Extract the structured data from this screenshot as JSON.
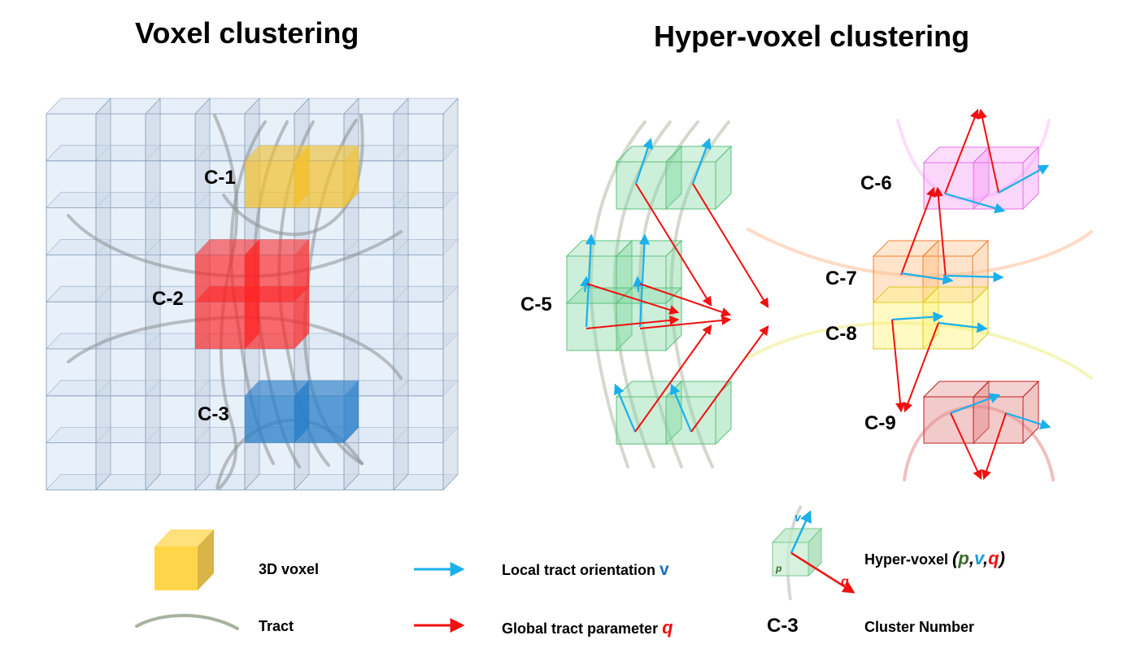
{
  "titles": {
    "left": "Voxel clustering",
    "right": "Hyper-voxel clustering"
  },
  "voxel_clustering": {
    "grid": {
      "columns": 8,
      "rows": 8
    },
    "clusters": [
      {
        "label": "C-1",
        "color": "#f5c02a"
      },
      {
        "label": "C-2",
        "color": "#ff2020"
      },
      {
        "label": "C-3",
        "color": "#2a7fc8"
      }
    ]
  },
  "hyper_voxel_clustering": {
    "clusters": [
      {
        "label": "C-5",
        "color": "#7fd6a0"
      },
      {
        "label": "C-6",
        "color": "#f59af5"
      },
      {
        "label": "C-7",
        "color": "#ffc08a"
      },
      {
        "label": "C-8",
        "color": "#fff27a"
      },
      {
        "label": "C-9",
        "color": "#e58a8a"
      }
    ]
  },
  "legend": {
    "voxel": "3D voxel",
    "tract": "Tract",
    "local": {
      "text": "Local tract orientation ",
      "symbol": "v"
    },
    "global": {
      "text": "Global tract parameter ",
      "symbol": "q"
    },
    "hyper": {
      "text": "Hyper-voxel ",
      "open": "(",
      "p": "p",
      "c1": ",",
      "v": "v",
      "c2": ",",
      "q": "q",
      "close": ")"
    },
    "cluster_sample": "C-3",
    "cluster_text": "Cluster Number",
    "icon_labels": {
      "p": "p",
      "v": "v",
      "q": "q"
    }
  },
  "colors": {
    "local_arrow": "#1ab0ec",
    "global_arrow": "#f01010",
    "p_color": "#3a6b2a",
    "v_color": "#1a9ad8",
    "q_color": "#f01010",
    "v_text_local": "#1a6ec0"
  }
}
